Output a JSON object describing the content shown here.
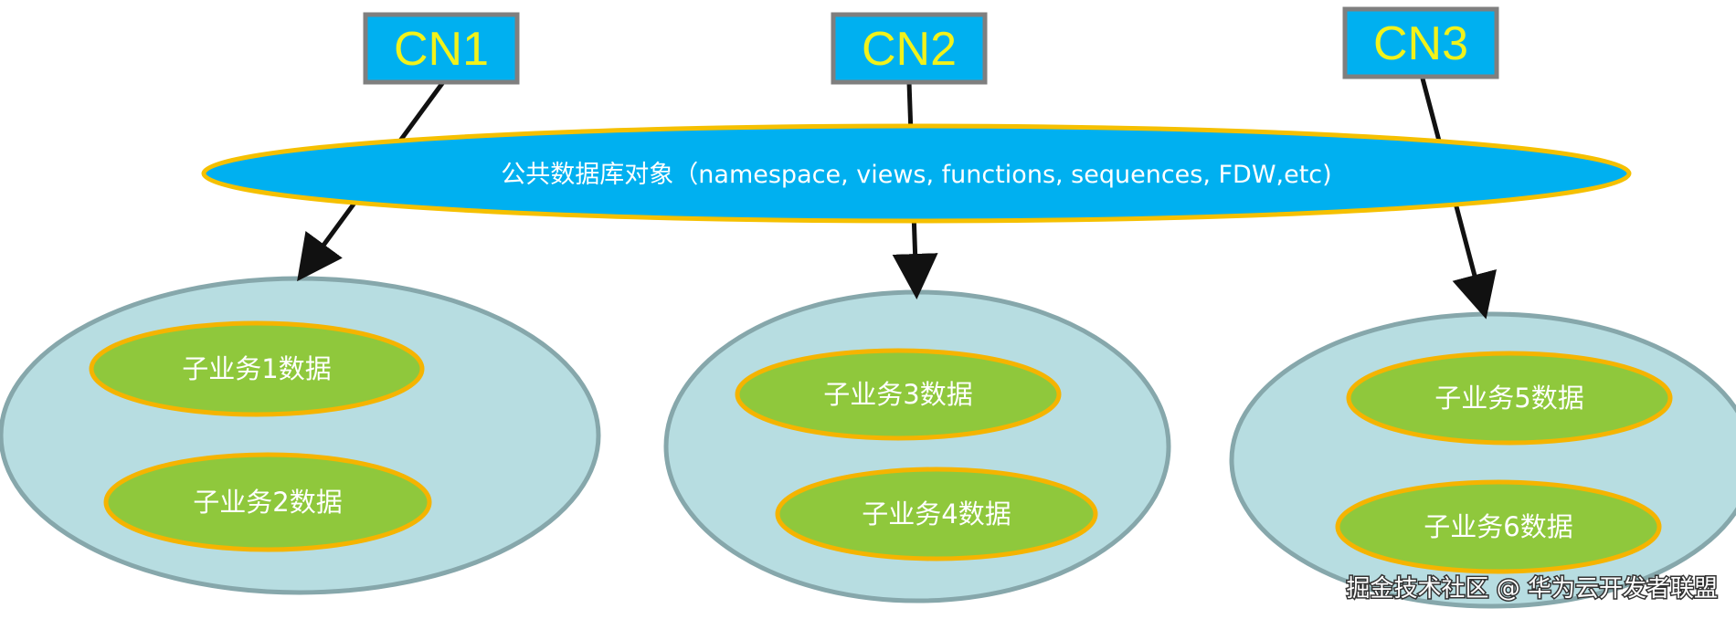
{
  "colors": {
    "cn_fill": "#00b0f0",
    "cn_border": "#7f7f7f",
    "cn_text": "#f2f21a",
    "shared_fill": "#00b0f0",
    "shared_border": "#f5c000",
    "group_fill": "#b7dde1",
    "group_border": "#86a7ab",
    "sub_fill": "#8fc83c",
    "sub_border": "#f5b400",
    "arrow": "#111111"
  },
  "coordinators": [
    {
      "label": "CN1"
    },
    {
      "label": "CN2"
    },
    {
      "label": "CN3"
    }
  ],
  "shared_objects": {
    "label": "公共数据库对象（namespace, views, functions, sequences, FDW,etc)"
  },
  "groups": [
    {
      "items": [
        "子业务1数据",
        "子业务2数据"
      ]
    },
    {
      "items": [
        "子业务3数据",
        "子业务4数据"
      ]
    },
    {
      "items": [
        "子业务5数据",
        "子业务6数据"
      ]
    }
  ],
  "watermark": "掘金技术社区 @ 华为云开发者联盟"
}
